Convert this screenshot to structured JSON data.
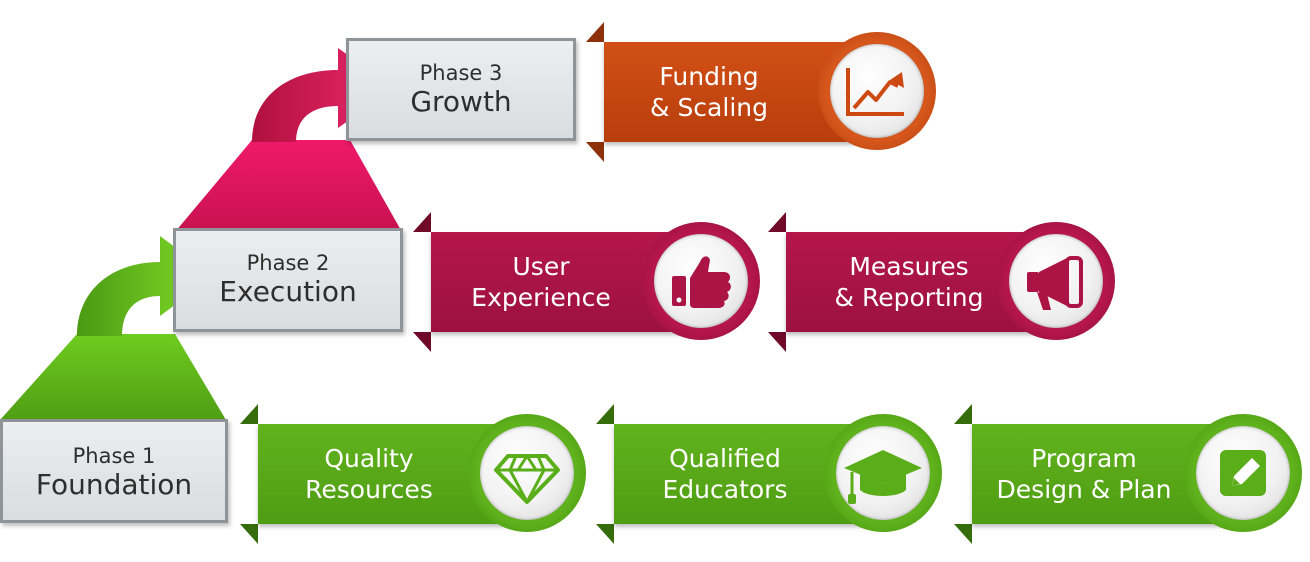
{
  "phases": [
    {
      "number": "Phase 1",
      "name": "Foundation"
    },
    {
      "number": "Phase 2",
      "name": "Execution"
    },
    {
      "number": "Phase 3",
      "name": "Growth"
    }
  ],
  "steps": {
    "funding": "Funding\n& Scaling",
    "user_experience": "User\nExperience",
    "measures": "Measures\n& Reporting",
    "quality": "Quality\nResources",
    "educators": "Qualified\nEducators",
    "program": "Program\nDesign & Plan"
  },
  "icons": {
    "funding": "growth-chart-icon",
    "user_experience": "thumbs-up-icon",
    "measures": "megaphone-icon",
    "quality": "diamond-icon",
    "educators": "graduation-cap-icon",
    "program": "pencil-icon"
  },
  "colors": {
    "green": "#5aae1a",
    "magenta": "#ad1446",
    "orange": "#cc4a12",
    "pink_arrow": "#e0175f",
    "green_arrow": "#6fcc1f"
  }
}
